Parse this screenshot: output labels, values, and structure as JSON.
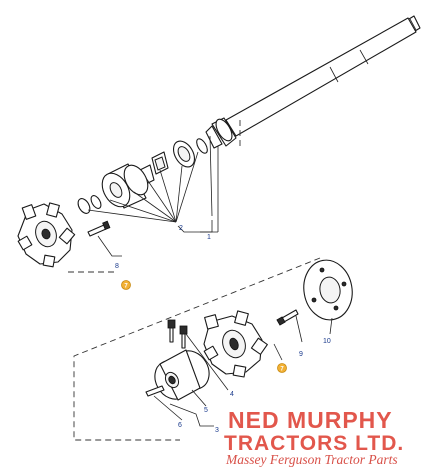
{
  "callouts": {
    "c1": "1",
    "c2": "2",
    "c3": "3",
    "c4": "4",
    "c5": "5",
    "c6": "6",
    "c8": "8",
    "c9": "9",
    "c10": "10"
  },
  "notes": {
    "n1": "7",
    "n2": "7"
  },
  "watermark": {
    "line1": "NED MURPHY",
    "line2": "TRACTORS LTD.",
    "tagline": "Massey Ferguson Tractor Parts"
  },
  "colors": {
    "callout": "#1a3a8c",
    "note": "#f2b033",
    "brand": "#e2574c"
  }
}
